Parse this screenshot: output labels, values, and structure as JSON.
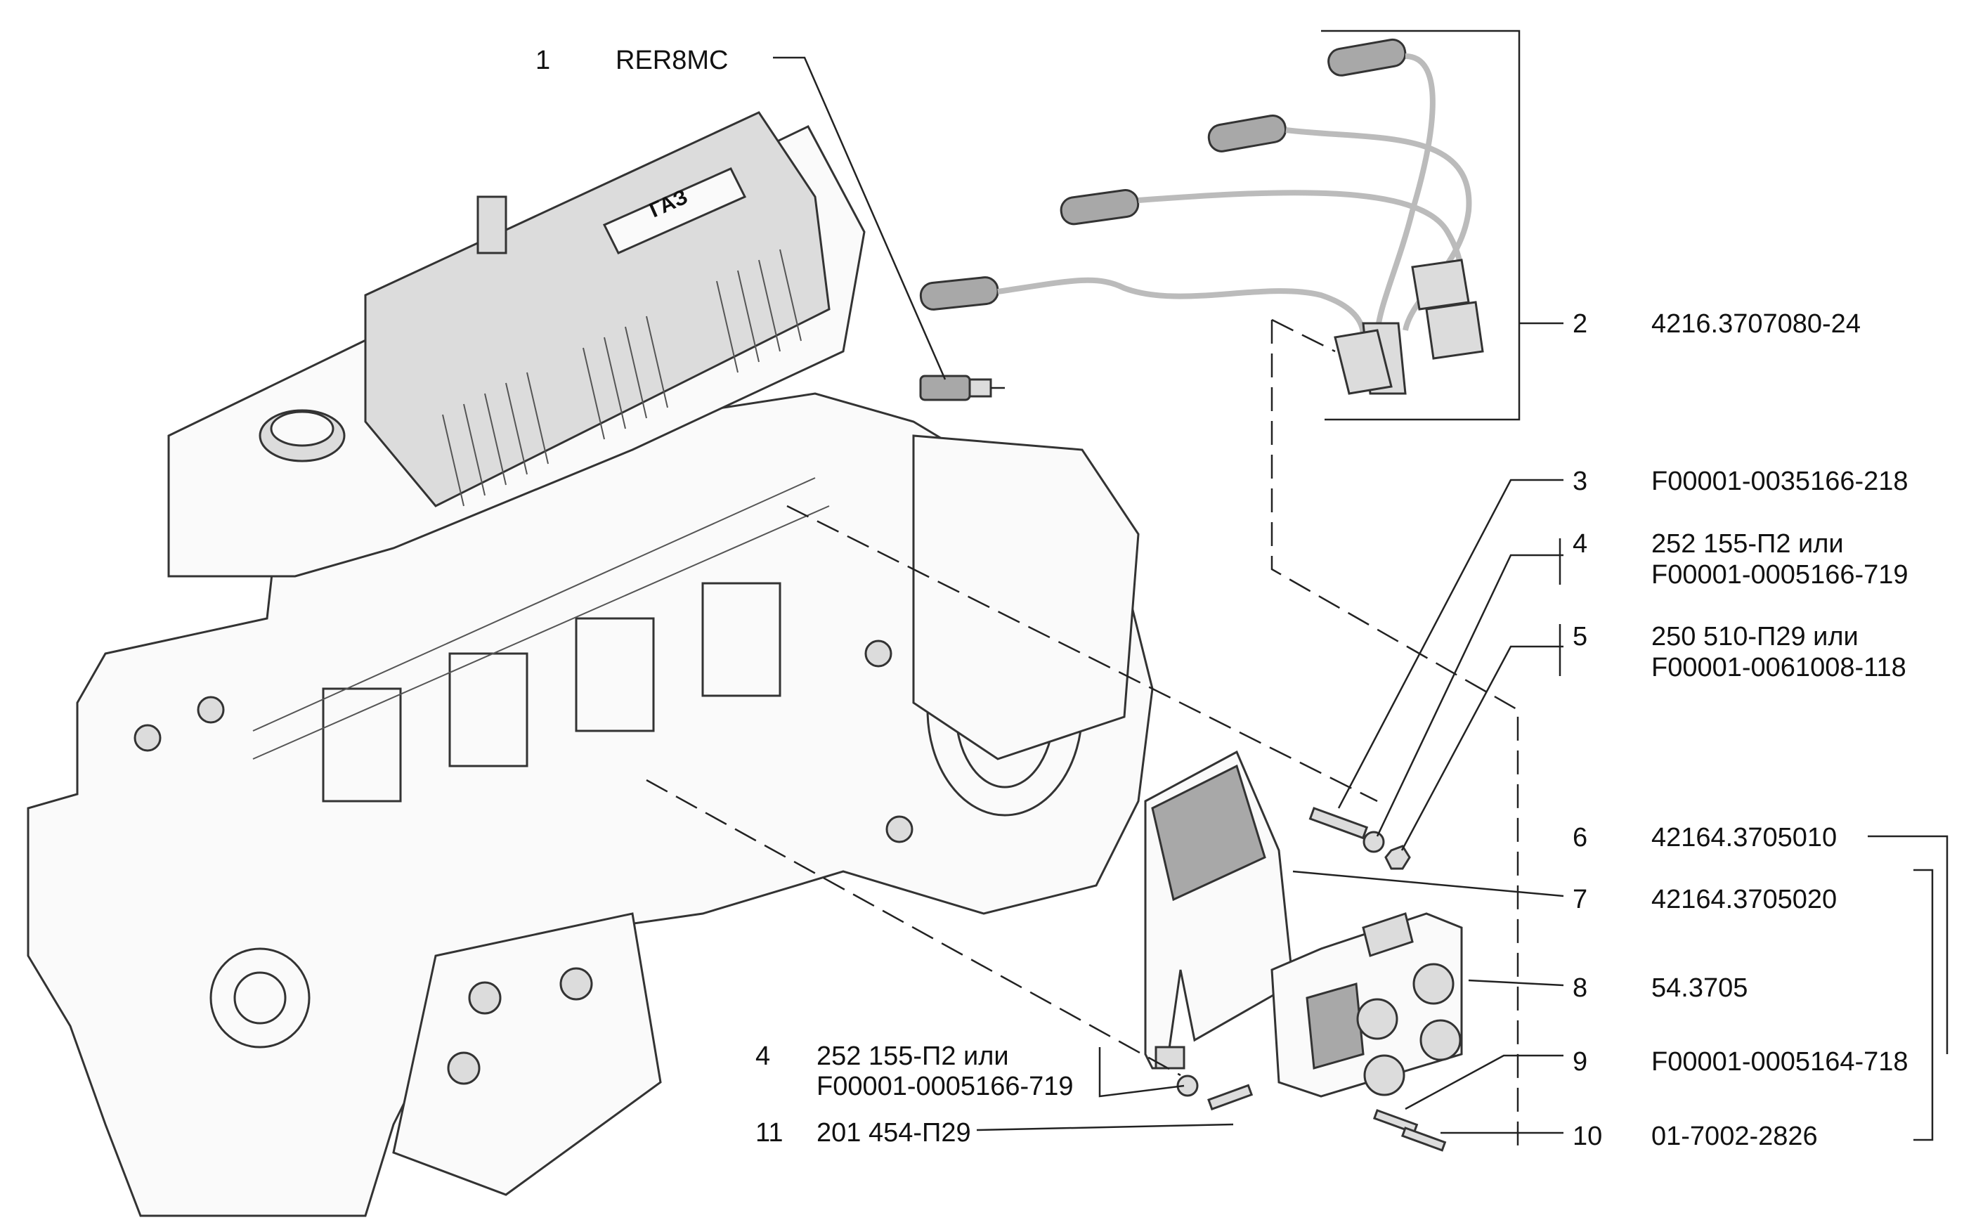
{
  "callouts": [
    {
      "num": "1",
      "code": "RER8MC"
    },
    {
      "num": "2",
      "code": "4216.3707080-24"
    },
    {
      "num": "3",
      "code": "F00001-0035166-218"
    },
    {
      "num": "4",
      "code": "252 155-П2 или",
      "code2": "F00001-0005166-719"
    },
    {
      "num": "5",
      "code": "250 510-П29 или",
      "code2": "F00001-0061008-118"
    },
    {
      "num": "6",
      "code": "42164.3705010"
    },
    {
      "num": "7",
      "code": "42164.3705020"
    },
    {
      "num": "8",
      "code": "54.3705"
    },
    {
      "num": "9",
      "code": "F00001-0005164-718"
    },
    {
      "num": "10",
      "code": "01-7002-2826"
    },
    {
      "num": "4",
      "code": "252 155-П2 или",
      "code2": "F00001-0005166-719"
    },
    {
      "num": "11",
      "code": "201 454-П29"
    }
  ],
  "logo_text": "ГАЗ"
}
